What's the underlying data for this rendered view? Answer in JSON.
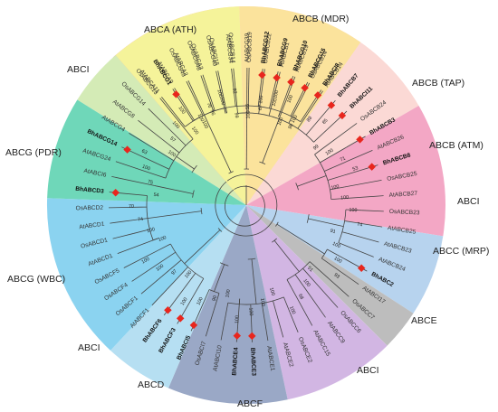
{
  "subfamily_labels": [
    {
      "id": "abca-ath",
      "text": "ABCA (ATH)"
    },
    {
      "id": "abcb-mdr",
      "text": "ABCB (MDR)"
    },
    {
      "id": "abcb-tap",
      "text": "ABCB (TAP)"
    },
    {
      "id": "abcb-atm",
      "text": "ABCB (ATM)"
    },
    {
      "id": "abci-right",
      "text": "ABCI"
    },
    {
      "id": "abcc-mrp",
      "text": "ABCC (MRP)"
    },
    {
      "id": "abce",
      "text": "ABCE"
    },
    {
      "id": "abci-bottom",
      "text": "ABCI"
    },
    {
      "id": "abcf",
      "text": "ABCF"
    },
    {
      "id": "abcd",
      "text": "ABCD"
    },
    {
      "id": "abci-left",
      "text": "ABCI"
    },
    {
      "id": "abcg-wbc",
      "text": "ABCG (WBC)"
    },
    {
      "id": "abcg-pdr",
      "text": "ABCG (PDR)"
    },
    {
      "id": "abci-top-left",
      "text": "ABCI"
    }
  ],
  "sector_colors": {
    "abca": "#f4a3a8",
    "abcb_mdr": "#fbd9d5",
    "abcb_tap": "#f3a7c5",
    "abcb_atm": "#b7d3ee",
    "abci_right": "#bdbdbd",
    "abcc": "#d2b6e3",
    "abce": "#9aa8c6",
    "abci_bottom": "#b6dff2",
    "abcf": "#8bd3f0",
    "abcd": "#6fd7b9",
    "abci_left": "#d4ebb6",
    "abcg_wbc": "#f5f39a",
    "abcg_pdr": "#fbe39c"
  },
  "marker_color": "#e8261d",
  "leaves": [
    {
      "name": "AtABCA11",
      "bh": false
    },
    {
      "name": "AtABCA9",
      "bh": false
    },
    {
      "name": "AtABCA2",
      "bh": false
    },
    {
      "name": "OsABCA3",
      "bh": false
    },
    {
      "name": "OsABCI15",
      "bh": false
    },
    {
      "name": "OsABCB14",
      "bh": false
    },
    {
      "name": "OsABCB19",
      "bh": false
    },
    {
      "name": "OsABCB22",
      "bh": false
    },
    {
      "name": "AtABCB1",
      "bh": false
    },
    {
      "name": "AtABCB19",
      "bh": false
    },
    {
      "name": "OsABCB14",
      "bh": false
    },
    {
      "name": "AtABCB14",
      "bh": false
    },
    {
      "name": "BhABCB7",
      "bh": true
    },
    {
      "name": "BhABCI11",
      "bh": true
    },
    {
      "name": "OsABCB24",
      "bh": false
    },
    {
      "name": "BhABCB3",
      "bh": true
    },
    {
      "name": "AtABCB26",
      "bh": false
    },
    {
      "name": "BhABCB8",
      "bh": true
    },
    {
      "name": "OsABCB25",
      "bh": false
    },
    {
      "name": "AtABCB27",
      "bh": false
    },
    {
      "name": "OsABCB23",
      "bh": false
    },
    {
      "name": "AtABCB25",
      "bh": false
    },
    {
      "name": "AtABCB23",
      "bh": false
    },
    {
      "name": "AtABCB24",
      "bh": false
    },
    {
      "name": "BhABC2",
      "bh": true
    },
    {
      "name": "AtABCI17",
      "bh": false
    },
    {
      "name": "OsABCC7",
      "bh": false
    },
    {
      "name": "OsABCC6",
      "bh": false
    },
    {
      "name": "AtABCC9",
      "bh": false
    },
    {
      "name": "AtABCC15",
      "bh": false
    },
    {
      "name": "OsABCE2",
      "bh": false
    },
    {
      "name": "AtABCE2",
      "bh": false
    },
    {
      "name": "AtABCE1",
      "bh": false
    },
    {
      "name": "BhABCE3",
      "bh": true
    },
    {
      "name": "BhABCE4",
      "bh": true
    },
    {
      "name": "AtABCI10",
      "bh": false
    },
    {
      "name": "OsABCI7",
      "bh": false
    },
    {
      "name": "BhABCI5",
      "bh": true
    },
    {
      "name": "BhABCF3",
      "bh": true
    },
    {
      "name": "BhABCF6",
      "bh": true
    },
    {
      "name": "AtABCF1",
      "bh": false
    },
    {
      "name": "OsABCF1",
      "bh": false
    },
    {
      "name": "OsABCF4",
      "bh": false
    },
    {
      "name": "OsABCF5",
      "bh": false
    },
    {
      "name": "AtABCD1",
      "bh": false
    },
    {
      "name": "OsABCD1",
      "bh": false
    },
    {
      "name": "AtABCD1",
      "bh": false
    },
    {
      "name": "OsABCD2",
      "bh": false
    },
    {
      "name": "BhABCD3",
      "bh": true
    },
    {
      "name": "AtABCI6",
      "bh": false
    },
    {
      "name": "AtABCG24",
      "bh": false
    },
    {
      "name": "BhABCG14",
      "bh": true
    },
    {
      "name": "AtABCG4",
      "bh": false
    },
    {
      "name": "AtABCG8",
      "bh": false
    },
    {
      "name": "OsABCG14",
      "bh": false
    },
    {
      "name": "OsABCG13",
      "bh": false
    },
    {
      "name": "BhABCG1",
      "bh": true
    },
    {
      "name": "OsABCG43",
      "bh": false
    },
    {
      "name": "OsABCG48",
      "bh": false
    },
    {
      "name": "OsABCG40",
      "bh": false
    },
    {
      "name": "AtABCG34",
      "bh": false
    },
    {
      "name": "AtABCG39",
      "bh": false
    },
    {
      "name": "BhABCG12",
      "bh": true
    },
    {
      "name": "BhABCG9",
      "bh": true
    },
    {
      "name": "BhABCG10",
      "bh": true
    },
    {
      "name": "BhABCG15",
      "bh": true
    },
    {
      "name": "BhABCI8",
      "bh": true
    }
  ],
  "bootstrap_values": [
    "100",
    "100",
    "76",
    "100",
    "99",
    "55",
    "100",
    "100",
    "100",
    "100",
    "88",
    "85",
    "99",
    "100",
    "71",
    "53",
    "100",
    "100",
    "100",
    "74",
    "91",
    "100",
    "100",
    "93",
    "51",
    "100",
    "68",
    "100",
    "100",
    "100",
    "100",
    "100",
    "100",
    "90",
    "100",
    "100",
    "100",
    "97",
    "100",
    "100",
    "100",
    "100",
    "74",
    "70",
    "54",
    "75",
    "100",
    "63",
    "100",
    "57",
    "100",
    "100",
    "100",
    "96",
    "100",
    "92",
    "100",
    "67",
    "100",
    "100",
    "98"
  ]
}
